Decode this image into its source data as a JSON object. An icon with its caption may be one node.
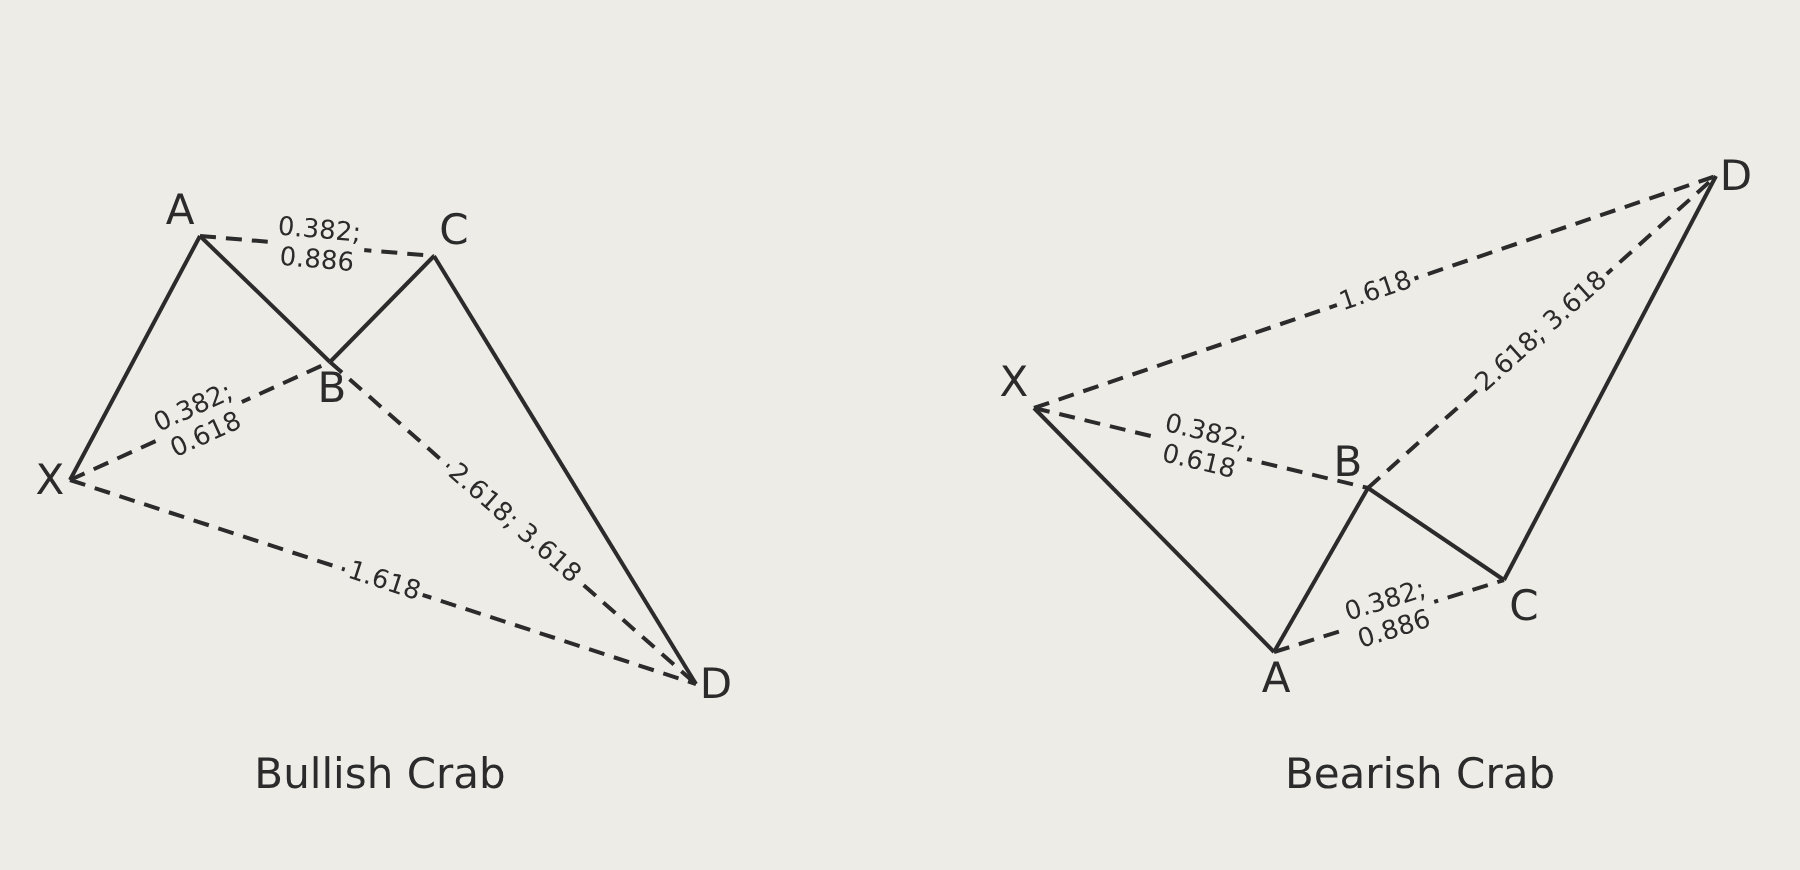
{
  "diagram": {
    "nodes": [
      {
        "text": [
          "X"
        ]
      },
      {
        "text": [
          "A"
        ]
      },
      {
        "text": [
          "B"
        ]
      },
      {
        "text": [
          "C"
        ]
      },
      {
        "text": [
          "D"
        ]
      },
      {
        "text": [
          "X"
        ]
      },
      {
        "text": [
          "A"
        ]
      },
      {
        "text": [
          "B"
        ]
      },
      {
        "text": [
          "C"
        ]
      },
      {
        "text": [
          "D"
        ]
      }
    ],
    "edges": [
      {
        "from": 0,
        "to": 1,
        "arrow": "none"
      },
      {
        "from": 1,
        "to": 2,
        "arrow": "none"
      },
      {
        "from": 2,
        "to": 3,
        "arrow": "none"
      },
      {
        "from": 3,
        "to": 4,
        "arrow": "none"
      },
      {
        "from": 0,
        "to": 2,
        "arrow": "none",
        "style": "dashed",
        "label": "0.382; 0.618"
      },
      {
        "from": 1,
        "to": 3,
        "arrow": "none",
        "style": "dashed",
        "label": "0.382; 0.886"
      },
      {
        "from": 2,
        "to": 4,
        "arrow": "none",
        "style": "dashed",
        "label": "2.618; 3.618"
      },
      {
        "from": 0,
        "to": 4,
        "arrow": "none",
        "style": "dashed",
        "label": "1.618"
      },
      {
        "from": 5,
        "to": 6,
        "arrow": "none"
      },
      {
        "from": 6,
        "to": 7,
        "arrow": "none"
      },
      {
        "from": 7,
        "to": 8,
        "arrow": "none"
      },
      {
        "from": 8,
        "to": 9,
        "arrow": "none"
      },
      {
        "from": 5,
        "to": 7,
        "arrow": "none",
        "style": "dashed",
        "label": "0.382; 0.618"
      },
      {
        "from": 6,
        "to": 8,
        "arrow": "none",
        "style": "dashed",
        "label": "0.382; 0.886"
      },
      {
        "from": 7,
        "to": 9,
        "arrow": "none",
        "style": "dashed",
        "label": "2.618; 3.618"
      },
      {
        "from": 5,
        "to": 9,
        "arrow": "none",
        "style": "dashed",
        "label": "1.618"
      }
    ],
    "labels": [
      "Bullish Crab",
      "Bearish Crab"
    ]
  }
}
